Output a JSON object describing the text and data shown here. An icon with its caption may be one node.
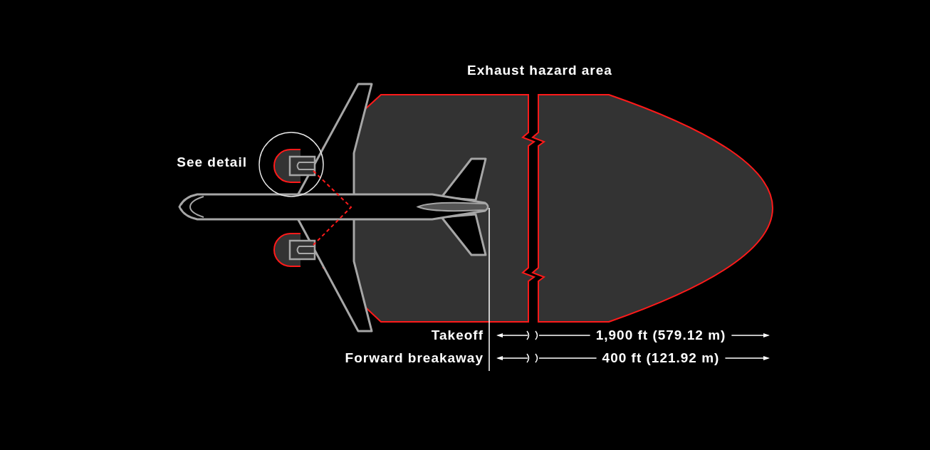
{
  "diagram": {
    "nodes": [
      {
        "text": [
          "Exhaust hazard area"
        ]
      },
      {
        "text": [],
        "shape": "circle",
        "beside": [
          "See detail"
        ]
      }
    ],
    "labels": [
      "Takeoff",
      "1,900 ft (579.12 m)",
      "Forward breakaway",
      "400 ft (121.92 m)"
    ]
  }
}
